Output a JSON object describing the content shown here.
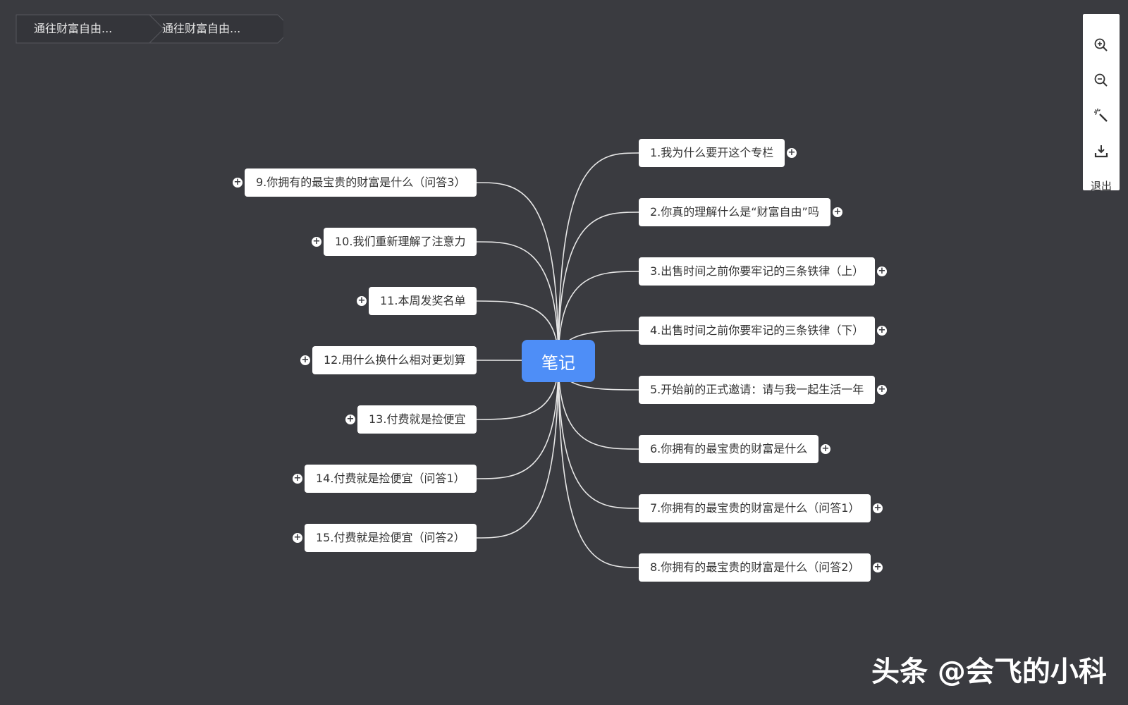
{
  "breadcrumb": [
    "通往财富自由...",
    "通往财富自由..."
  ],
  "toolbar": {
    "zoom_in_icon": "zoom-in-icon",
    "zoom_out_icon": "zoom-out-icon",
    "magic_icon": "magic-wand-icon",
    "download_icon": "download-icon",
    "exit_label": "退出"
  },
  "mindmap": {
    "center": "笔记",
    "right": [
      "1.我为什么要开这个专栏",
      "2.你真的理解什么是“财富自由”吗",
      "3.出售时间之前你要牢记的三条铁律（上）",
      "4.出售时间之前你要牢记的三条铁律（下）",
      "5.开始前的正式邀请：请与我一起生活一年",
      "6.你拥有的最宝贵的财富是什么",
      "7.你拥有的最宝贵的财富是什么（问答1）",
      "8.你拥有的最宝贵的财富是什么（问答2）"
    ],
    "left": [
      "9.你拥有的最宝贵的财富是什么（问答3）",
      "10.我们重新理解了注意力",
      "11.本周发奖名单",
      "12.用什么换什么相对更划算",
      "13.付费就是捡便宜",
      "14.付费就是捡便宜（问答1）",
      "15.付费就是捡便宜（问答2）"
    ],
    "expand_symbol": "+"
  },
  "watermark": "头条 @会飞的小科",
  "colors": {
    "background": "#3a3b40",
    "center": "#4e8ef7",
    "node": "#ffffff",
    "line": "#e6e6e6"
  }
}
